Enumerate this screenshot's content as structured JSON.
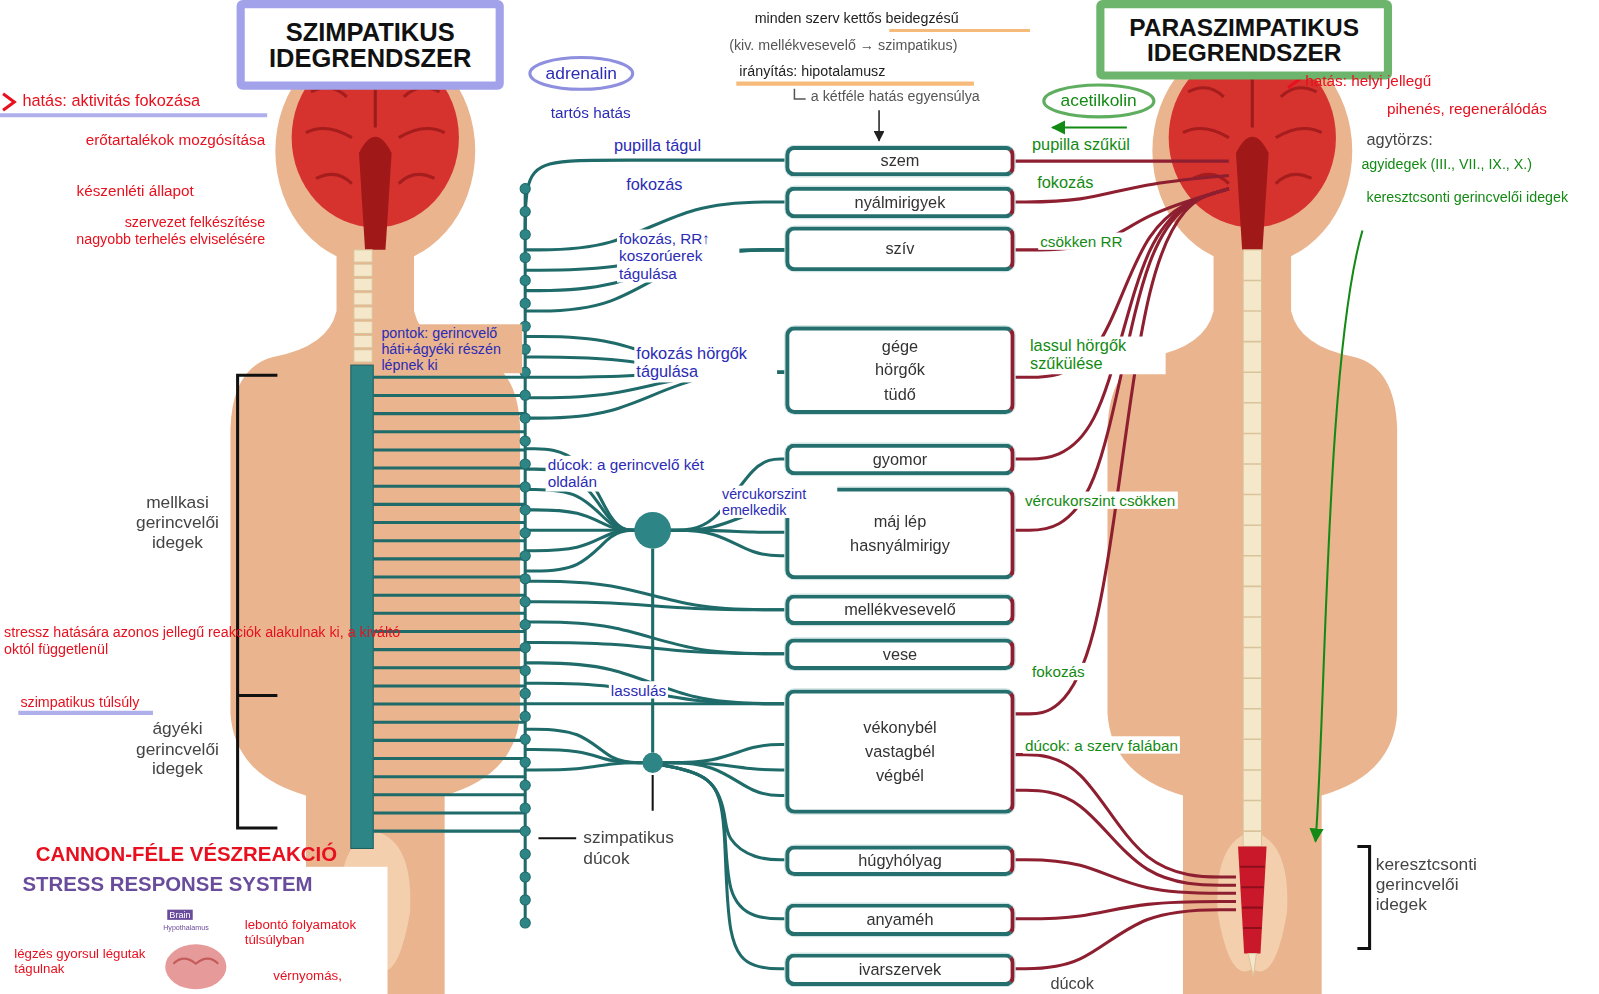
{
  "diagram": {
    "nodes": [
      {
        "text": [
          "SZIMPATIKUS IDEGRENDSZER"
        ]
      },
      {
        "text": [
          "PARASZIMPATIKUS IDEGRENDSZER"
        ]
      },
      {
        "text": [
          "szem"
        ]
      },
      {
        "text": [
          "nyálmirigyek"
        ]
      },
      {
        "text": [
          "szív"
        ]
      },
      {
        "text": [
          "gége hörgők tüdő"
        ]
      },
      {
        "text": [
          "gyomor"
        ]
      },
      {
        "text": [
          "máj lép hasnyálmirigy"
        ]
      },
      {
        "text": [
          "mellékvesevelő"
        ]
      },
      {
        "text": [
          "vese"
        ]
      },
      {
        "text": [
          "vékonybél vastagbél végbél"
        ]
      },
      {
        "text": [
          "húgyhólyag"
        ]
      },
      {
        "text": [
          "anyaméh"
        ]
      },
      {
        "text": [
          "ivarszervek"
        ]
      }
    ],
    "labels": [
      "hatás: aktivitás fokozása",
      "erőtartalékok mozgósítása",
      "készenléti állapot",
      "szervezet felkészítése nagyobb terhelés elviselésére",
      "stressz hatására azonos jellegű reakciók alakulnak ki, a kiváltó októl függetlenül",
      "szimpatikus túlsúly",
      "mellkasi gerincvelői idegek",
      "ágyéki gerincvelői idegek",
      "CANNON-FÉLE VÉSZREAKCIÓ",
      "STRESS RESPONSE SYSTEM",
      "Brain",
      "Hypothalamus",
      "légzés gyorsul légutak tágulnak",
      "lebontó folyamatok túlsúlyban",
      "vérnyomás,",
      "adrenalin",
      "tartós hatás",
      "minden szerv kettős beidegzésű",
      "(kiv. mellékvesevelő → szimpatikus)",
      "irányítás: hipotalamusz",
      "a kétféle hatás egyensúlya",
      "acetilkolin",
      "pupilla tágul",
      "fokozás",
      "fokozás, RR↑ koszorúerek tágulása",
      "pontok: gerincvelő háti+ágyéki részén lépnek ki",
      "fokozás hörgők tágulása",
      "dúcok: a gerincvelő két oldalán",
      "vércukorszint emelkedik",
      "lassulás",
      "szimpatikus dúcok",
      "pupilla szűkül",
      "fokozás",
      "csökken RR",
      "lassul hörgők szűkülése",
      "vércukorszint csökken",
      "fokozás",
      "dúcok: a szerv falában",
      "hatás: helyi jellegű",
      "pihenés, regenerálódás",
      "agytörzs:",
      "agyidegek (III., VII., IX., X.)",
      "keresztcsonti gerincvelői idegek",
      "keresztcsonti gerincvelői idegek",
      "dúcok"
    ]
  }
}
